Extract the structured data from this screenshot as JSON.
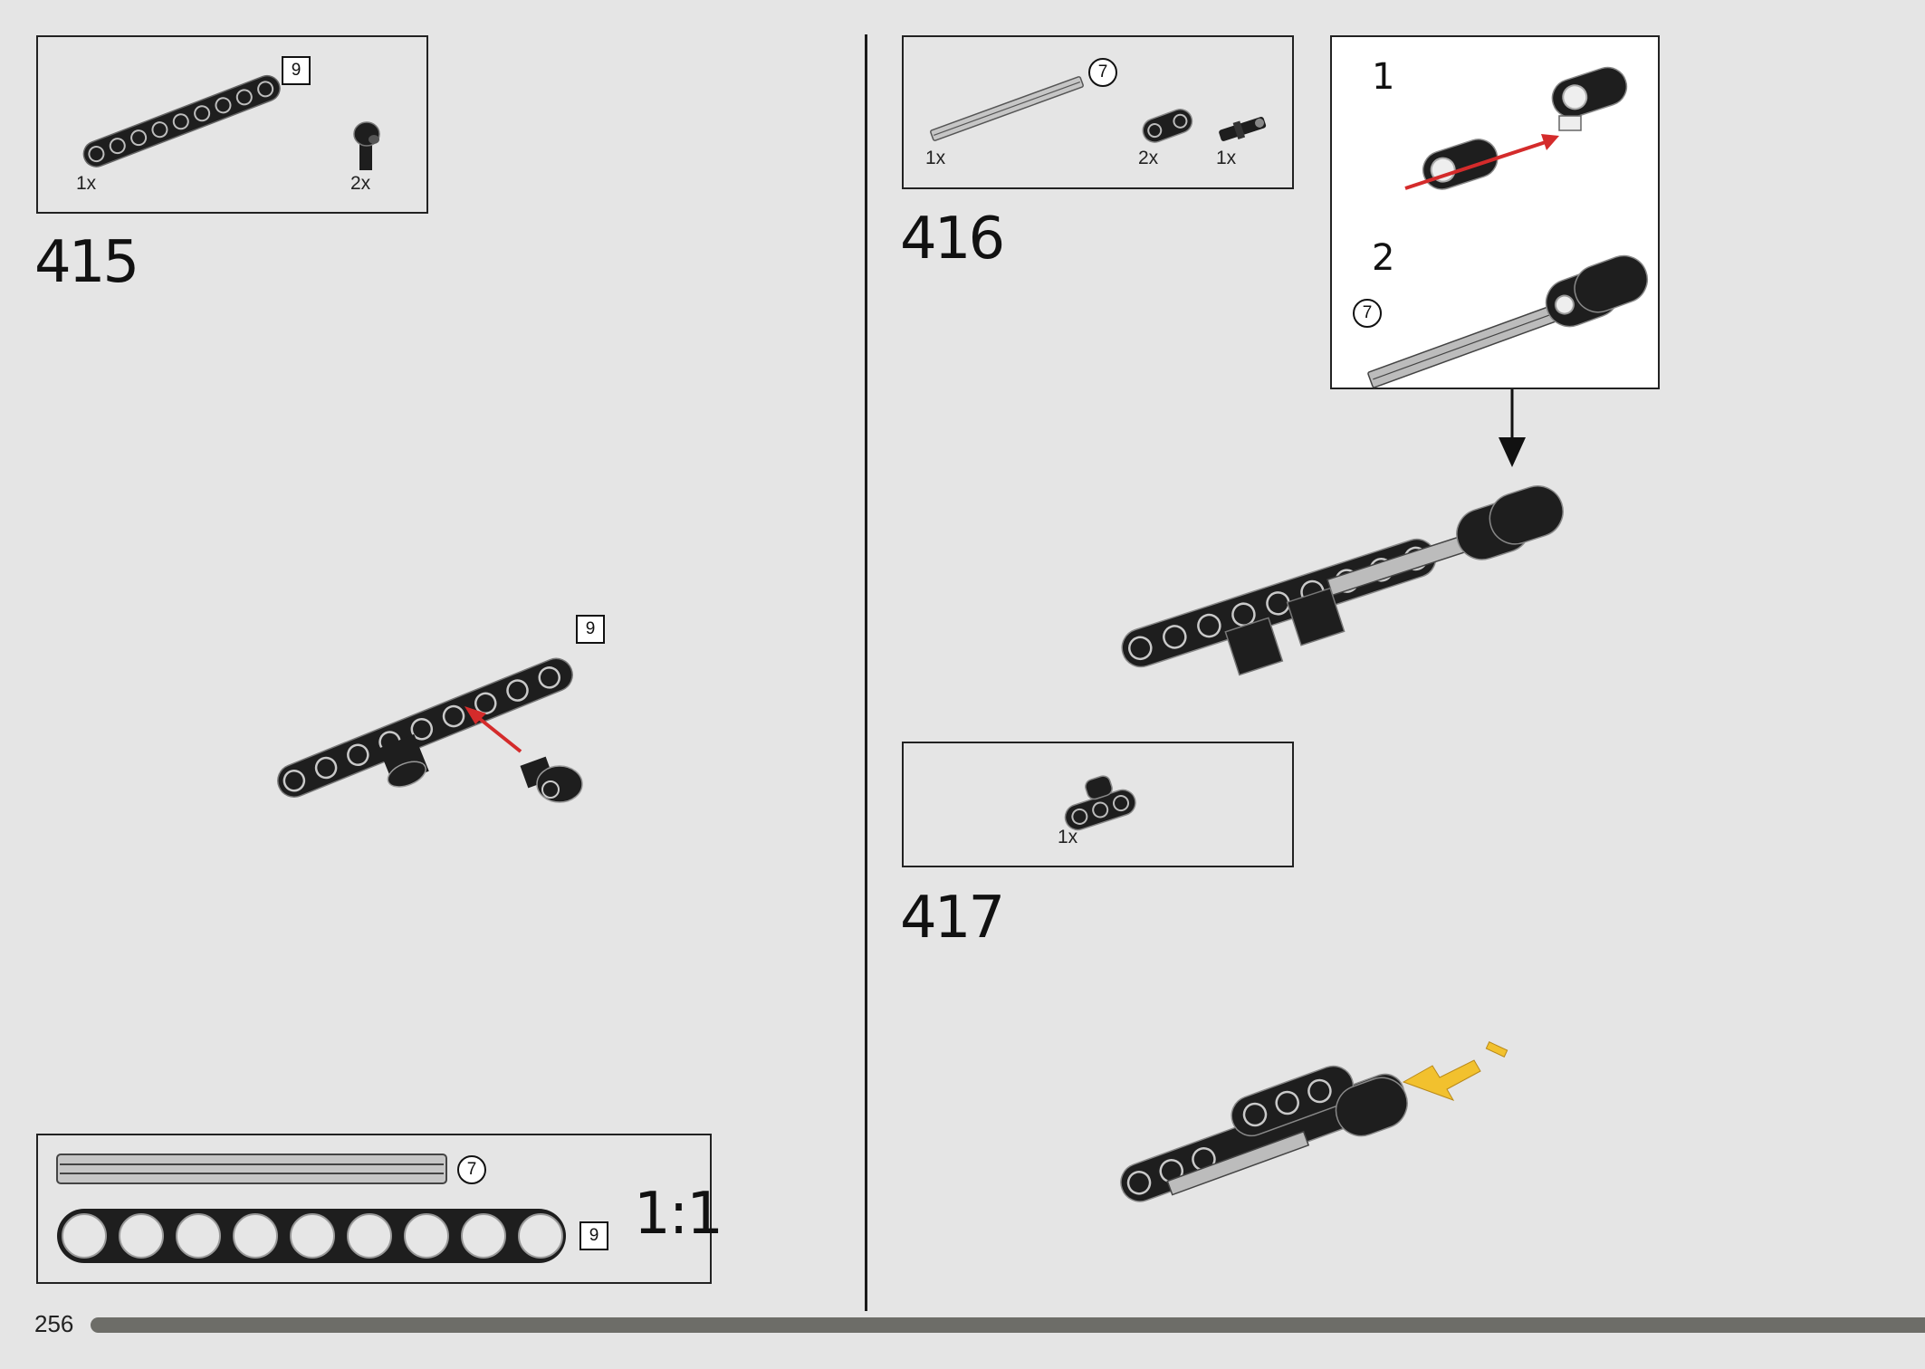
{
  "page": {
    "page_number": "256",
    "progress_fraction": 0.96
  },
  "step415": {
    "number": "415",
    "parts": [
      {
        "name": "beam-9",
        "qty": "1x",
        "length_badge": "9"
      },
      {
        "name": "axle-connector",
        "qty": "2x"
      }
    ],
    "assembly_badge": "9"
  },
  "scale_box": {
    "axle_badge": "7",
    "beam_badge": "9",
    "label": "1:1"
  },
  "step416": {
    "number": "416",
    "parts": [
      {
        "name": "axle-7",
        "qty": "1x",
        "length_badge": "7"
      },
      {
        "name": "beam-2",
        "qty": "2x"
      },
      {
        "name": "pin",
        "qty": "1x"
      }
    ],
    "substeps": [
      {
        "label": "1"
      },
      {
        "label": "2",
        "length_badge": "7"
      }
    ]
  },
  "step417": {
    "number": "417",
    "parts": [
      {
        "name": "beam-3-with-axle-hole",
        "qty": "1x"
      }
    ]
  },
  "colors": {
    "background": "#e5e5e5",
    "part_black": "#1e1e1e",
    "axle_grey": "#a8a8a8",
    "arrow_red": "#d42b2b",
    "arrow_yellow": "#f2c12e",
    "progress": "#6d6d68"
  }
}
